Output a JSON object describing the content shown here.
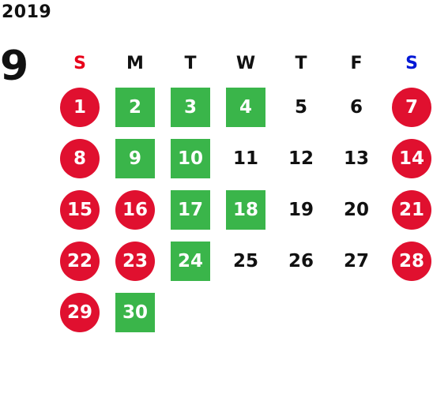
{
  "year": "2019",
  "month": "9",
  "colors": {
    "holiday_red": "#e0102f",
    "green": "#3ab54a",
    "sunday_text": "#e8001a",
    "saturday_text": "#0018d6",
    "weekday_text": "#111111"
  },
  "weekdays": [
    {
      "label": "S",
      "kind": "sun"
    },
    {
      "label": "M",
      "kind": "weekday"
    },
    {
      "label": "T",
      "kind": "weekday"
    },
    {
      "label": "W",
      "kind": "weekday"
    },
    {
      "label": "T",
      "kind": "weekday"
    },
    {
      "label": "F",
      "kind": "weekday"
    },
    {
      "label": "S",
      "kind": "sat"
    }
  ],
  "days": [
    {
      "n": "1",
      "style": "red"
    },
    {
      "n": "2",
      "style": "green"
    },
    {
      "n": "3",
      "style": "green"
    },
    {
      "n": "4",
      "style": "green"
    },
    {
      "n": "5",
      "style": "plain"
    },
    {
      "n": "6",
      "style": "plain"
    },
    {
      "n": "7",
      "style": "red"
    },
    {
      "n": "8",
      "style": "red"
    },
    {
      "n": "9",
      "style": "green"
    },
    {
      "n": "10",
      "style": "green"
    },
    {
      "n": "11",
      "style": "plain"
    },
    {
      "n": "12",
      "style": "plain"
    },
    {
      "n": "13",
      "style": "plain"
    },
    {
      "n": "14",
      "style": "red"
    },
    {
      "n": "15",
      "style": "red"
    },
    {
      "n": "16",
      "style": "red"
    },
    {
      "n": "17",
      "style": "green"
    },
    {
      "n": "18",
      "style": "green"
    },
    {
      "n": "19",
      "style": "plain"
    },
    {
      "n": "20",
      "style": "plain"
    },
    {
      "n": "21",
      "style": "red"
    },
    {
      "n": "22",
      "style": "red"
    },
    {
      "n": "23",
      "style": "red"
    },
    {
      "n": "24",
      "style": "green"
    },
    {
      "n": "25",
      "style": "plain"
    },
    {
      "n": "26",
      "style": "plain"
    },
    {
      "n": "27",
      "style": "plain"
    },
    {
      "n": "28",
      "style": "red"
    },
    {
      "n": "29",
      "style": "red"
    },
    {
      "n": "30",
      "style": "green"
    }
  ]
}
